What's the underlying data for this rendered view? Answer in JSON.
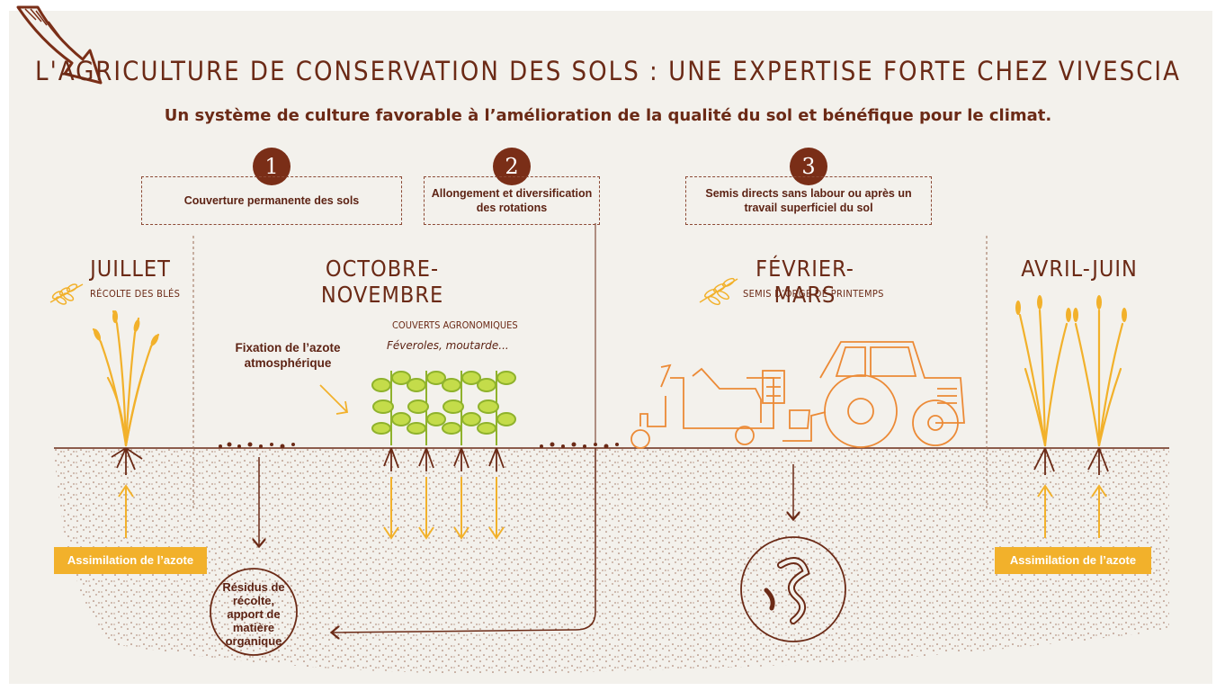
{
  "header": {
    "title": "L'AGRICULTURE DE CONSERVATION DES SOLS : UNE EXPERTISE FORTE CHEZ VIVESCIA",
    "subtitle": "Un système de culture favorable à l’amélioration de la qualité du sol et bénéfique pour le climat."
  },
  "steps": [
    {
      "number": "1",
      "label": "Couverture permanente des sols"
    },
    {
      "number": "2",
      "label": "Allongement et diversification des rotations"
    },
    {
      "number": "3",
      "label": "Semis directs sans labour ou après un travail superficiel du sol"
    }
  ],
  "seasons": [
    {
      "name": "JUILLET",
      "caption": "RÉCOLTE DES BLÉS"
    },
    {
      "name": "OCTOBRE-NOVEMBRE",
      "caption": ""
    },
    {
      "name": "FÉVRIER-MARS",
      "caption": "SEMIS D’ORGE DE PRINTEMPS"
    },
    {
      "name": "AVRIL-JUIN",
      "caption": ""
    }
  ],
  "labels": {
    "nitrogen_fixation": "Fixation de l’azote atmosphérique",
    "covers_title": "COUVERTS AGRONOMIQUES",
    "covers_sub": "Féveroles, moutarde...",
    "residues": "Résidus de récolte, apport de matière organique",
    "assimilation_left": "Assimilation de l’azote",
    "assimilation_right": "Assimilation de l’azote"
  },
  "icons": [
    "arrow-icon",
    "wheat-icon",
    "tractor-icon",
    "earthworm-icon"
  ],
  "colors": {
    "background": "#f3f1ec",
    "brown": "#6b2a16",
    "orange": "#f2b12b",
    "green": "#b6d233",
    "tractor": "#ec8a36"
  }
}
